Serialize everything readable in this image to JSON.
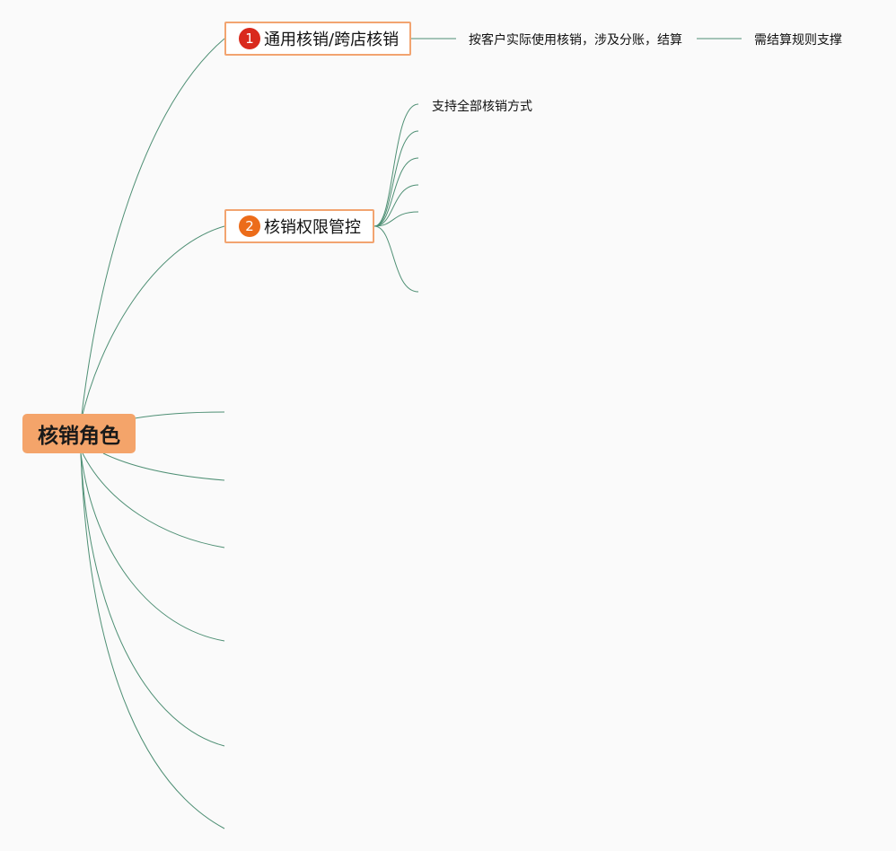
{
  "root": {
    "label": "核销角色",
    "fill": "#f4a46a"
  },
  "branches": [
    {
      "marker": "1",
      "marker_color": "#d9291c",
      "label": "通用核销/跨店核销",
      "children": [
        {
          "label": "按客户实际使用核销，涉及分账，结算",
          "children": [
            {
              "label": "需结算规则支撑"
            }
          ]
        }
      ]
    },
    {
      "marker": "2",
      "marker_color": "#ec6c1a",
      "label": "核销权限管控",
      "children": [
        {
          "label": "支持全部核销方式"
        },
        {
          "label": ""
        },
        {
          "label": ""
        },
        {
          "label": ""
        },
        {
          "label": ""
        },
        {
          "label": ""
        }
      ]
    },
    {
      "label": ""
    },
    {
      "label": ""
    },
    {
      "label": ""
    },
    {
      "label": ""
    },
    {
      "label": ""
    },
    {
      "label": ""
    }
  ],
  "colors": {
    "connector": "#4e8f74",
    "branch_border": "#f2a470",
    "background": "#fafafa"
  }
}
